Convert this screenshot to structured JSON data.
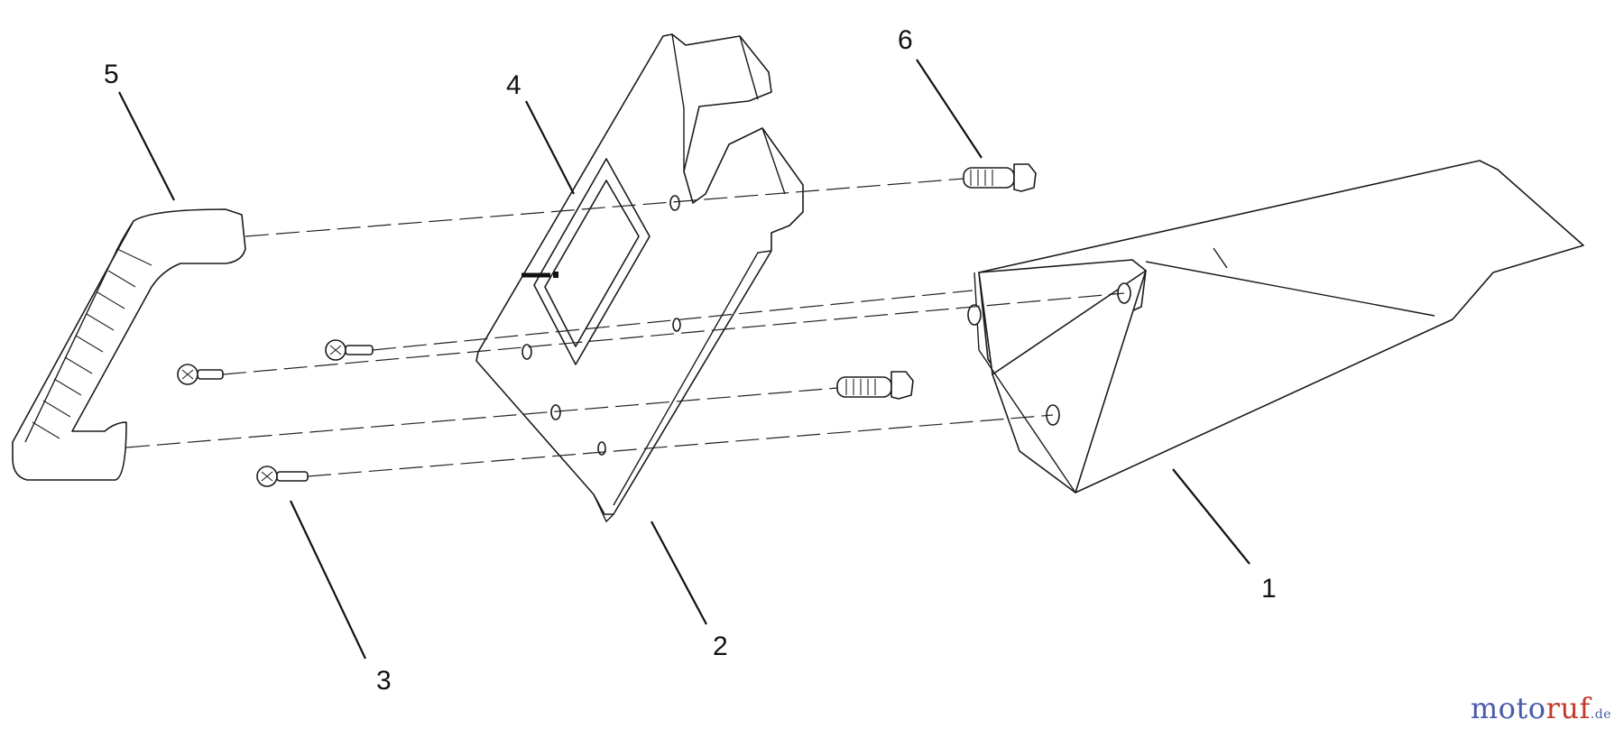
{
  "callouts": {
    "c1": "1",
    "c2": "2",
    "c3": "3",
    "c4": "4",
    "c5": "5",
    "c6": "6"
  },
  "watermark": {
    "part1": "moto",
    "part2": "ruf",
    "tld": ".de"
  }
}
